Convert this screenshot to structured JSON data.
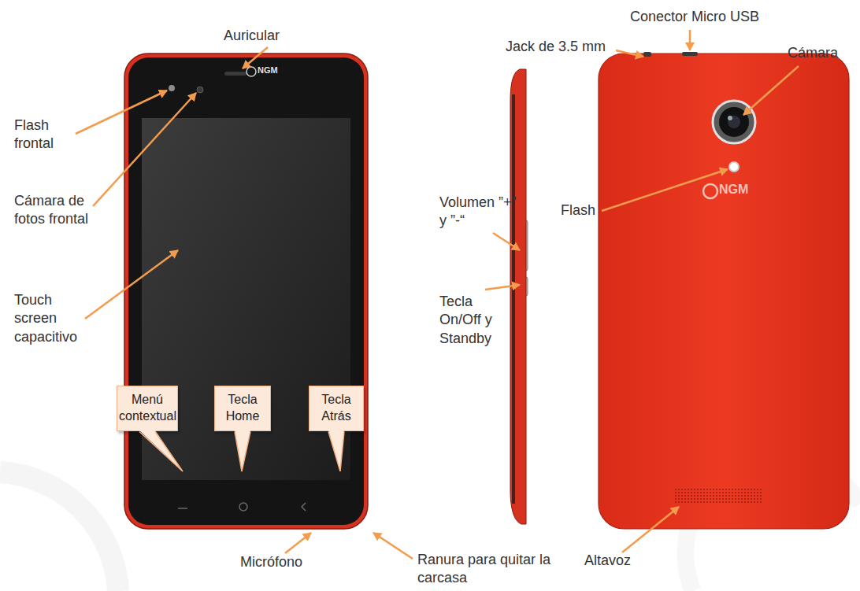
{
  "diagram": {
    "nodes": [
      {
        "text": [
          "Menú contextual"
        ]
      },
      {
        "text": [
          "Tecla Home"
        ]
      },
      {
        "text": [
          "Tecla Atrás"
        ]
      }
    ],
    "labels": [
      "Conector Micro USB",
      "Auricular",
      "Jack de 3.5 mm",
      "Cámara",
      "Flash frontal",
      "NGM",
      "NGM",
      "Cámara de fotos frontal",
      "Volumen ”+” y ”-“",
      "Flash",
      "Touch screen capacitivo",
      "Tecla On/Off y Standby",
      "Micrófono",
      "Ranura para quitar la carcasa",
      "Altavoz"
    ]
  }
}
